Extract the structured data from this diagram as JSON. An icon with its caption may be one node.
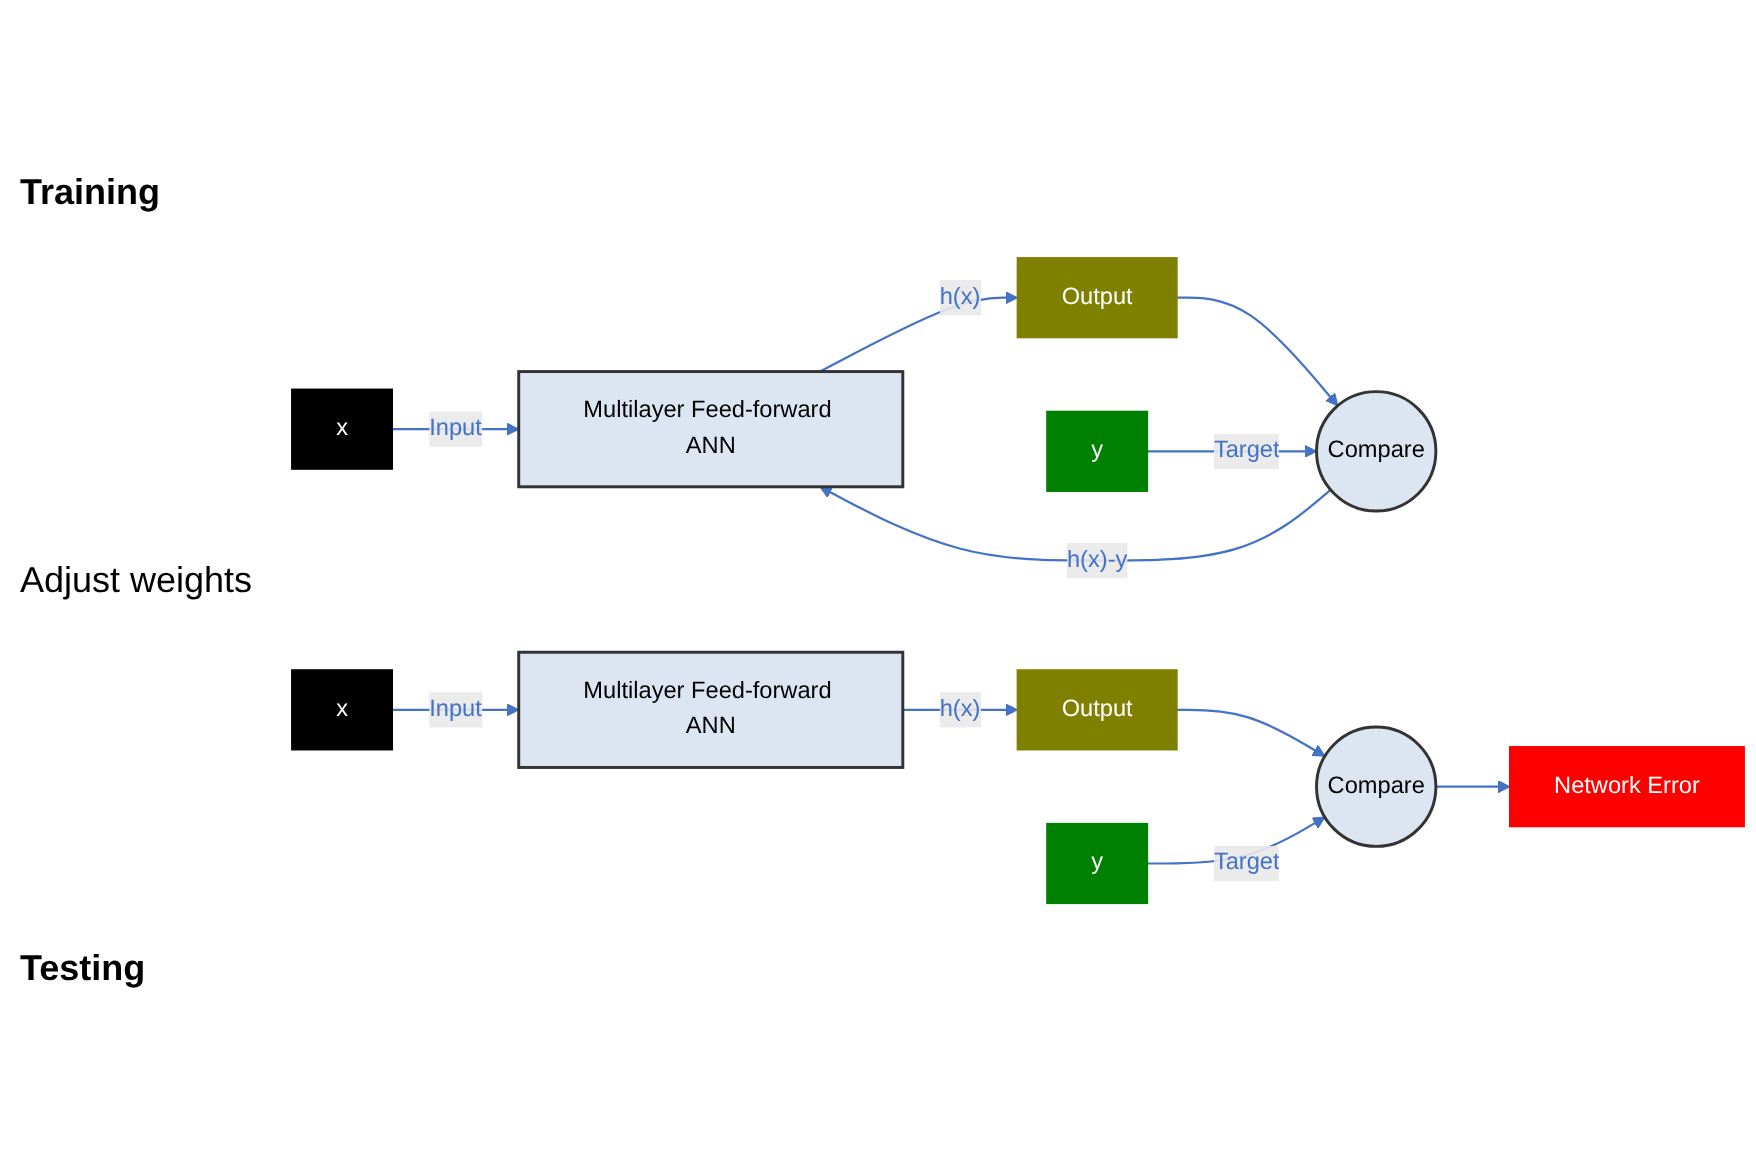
{
  "diagram": {
    "nodes": [
      {
        "text": [
          "x"
        ]
      },
      {
        "text": [
          "Multilayer Feed-forward ANN"
        ]
      },
      {
        "text": [
          "Output"
        ]
      },
      {
        "text": [
          "Compare"
        ]
      },
      {
        "text": [
          "y"
        ]
      },
      {
        "text": [
          "x"
        ]
      },
      {
        "text": [
          "Multilayer Feed-forward ANN"
        ]
      },
      {
        "text": [
          "Output"
        ]
      },
      {
        "text": [
          "Compare"
        ]
      },
      {
        "text": [
          "y"
        ]
      },
      {
        "text": [
          "Network Error"
        ]
      }
    ],
    "edges": [
      {
        "from": 0,
        "to": 1,
        "arrow": "to",
        "label": "Input"
      },
      {
        "from": 1,
        "to": 2,
        "arrow": "to",
        "label": "h(x)"
      },
      {
        "from": 2,
        "to": 3,
        "arrow": "to"
      },
      {
        "from": 4,
        "to": 3,
        "arrow": "to",
        "label": "Target"
      },
      {
        "from": 3,
        "to": 1,
        "arrow": "to",
        "label": "h(x)-y"
      },
      {
        "from": 5,
        "to": 6,
        "arrow": "to",
        "label": "Input"
      },
      {
        "from": 6,
        "to": 7,
        "arrow": "to",
        "label": "h(x)"
      },
      {
        "from": 7,
        "to": 8,
        "arrow": "to"
      },
      {
        "from": 9,
        "to": 8,
        "arrow": "to",
        "label": "Target"
      },
      {
        "from": 8,
        "to": 10,
        "arrow": "to"
      }
    ],
    "labels": [
      "Training",
      "Adjust weights",
      "Testing"
    ]
  }
}
